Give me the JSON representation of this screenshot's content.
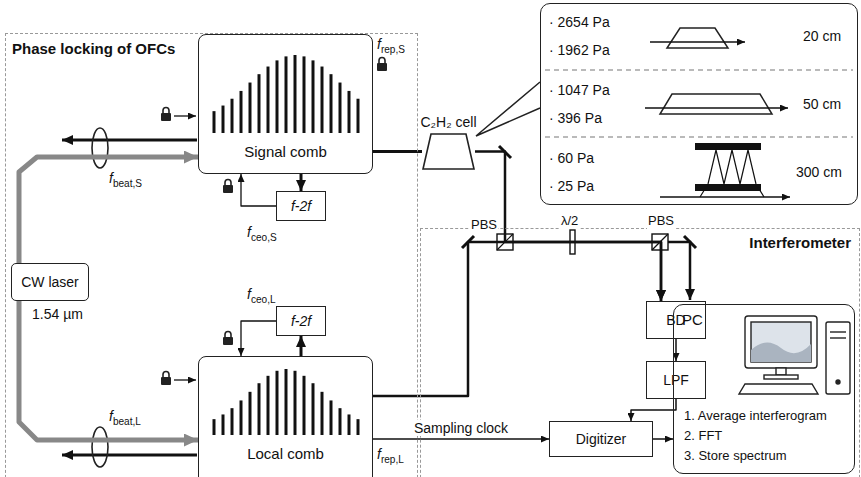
{
  "diagram": {
    "nodes": [
      {
        "text": [
          "Phase locking of OFCs"
        ]
      },
      {
        "text": [
          "CW laser",
          "1.54 µm"
        ],
        "in": 0
      },
      {
        "text": [
          "Signal comb"
        ],
        "in": 0
      },
      {
        "text": [
          "f-2f"
        ],
        "in": 0
      },
      {
        "text": [
          "Local comb"
        ],
        "in": 0
      },
      {
        "text": [
          "f-2f"
        ],
        "in": 0
      },
      {
        "text": [
          "C₂H₂ cell"
        ]
      },
      {
        "text": [
          "· 2654 Pa",
          "· 1962 Pa",
          "20 cm",
          "· 1047 Pa",
          "· 396 Pa",
          "50 cm",
          "· 60 Pa",
          "· 25 Pa",
          "300 cm"
        ]
      },
      {
        "text": [
          "Interferometer"
        ]
      },
      {
        "text": [
          "BD"
        ],
        "in": 8
      },
      {
        "text": [
          "LPF"
        ],
        "in": 8
      },
      {
        "text": [
          "Digitizer"
        ],
        "in": 8
      },
      {
        "text": [
          "PC",
          "1. Average interferogram",
          "2. FFT",
          "3. Store spectrum"
        ],
        "in": 8
      }
    ],
    "edges": [
      {
        "from": 1,
        "to": 2,
        "arrow": "to"
      },
      {
        "from": 1,
        "to": 4,
        "arrow": "to"
      },
      {
        "from": 2,
        "to": 3,
        "arrow": "to"
      },
      {
        "from": 3,
        "to": 2,
        "arrow": "to"
      },
      {
        "from": 4,
        "to": 5,
        "arrow": "to"
      },
      {
        "from": 5,
        "to": 4,
        "arrow": "to"
      },
      {
        "from": 2,
        "to": 6,
        "arrow": "none"
      },
      {
        "from": 6,
        "to": 9,
        "arrow": "to"
      },
      {
        "from": 4,
        "to": 9,
        "arrow": "to"
      },
      {
        "from": 9,
        "to": 10,
        "arrow": "to"
      },
      {
        "from": 10,
        "to": 11,
        "arrow": "to"
      },
      {
        "from": 4,
        "to": 11,
        "label": "Sampling clock",
        "arrow": "to"
      },
      {
        "from": 11,
        "to": 12,
        "arrow": "to"
      }
    ],
    "labels": [
      "frep,S",
      "fbeat,S",
      "fceo,S",
      "fceo,L",
      "fbeat,L",
      "frep,L",
      "PBS",
      "λ/2",
      "PBS"
    ]
  }
}
